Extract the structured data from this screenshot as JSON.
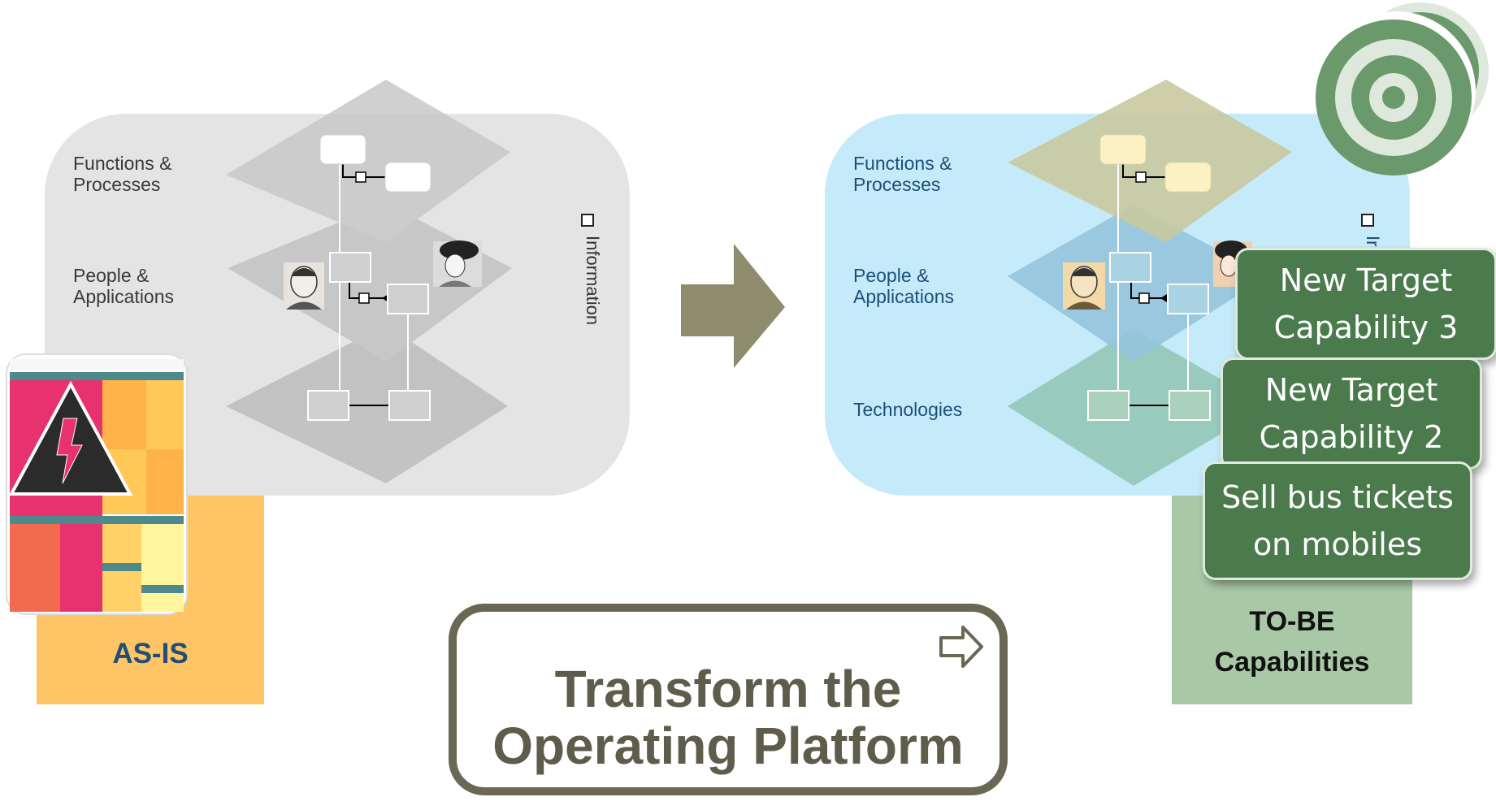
{
  "as_is": {
    "layers": [
      "Functions &\nProcesses",
      "People &\nApplications"
    ],
    "information_label": "Information",
    "footer": "AS-IS"
  },
  "to_be": {
    "layers": [
      "Functions &\nProcesses",
      "People &\nApplications",
      "Technologies"
    ],
    "information_label": "Ir",
    "footer_line1": "TO-BE",
    "footer_line2": "Capabilities"
  },
  "capabilities": [
    {
      "line1": "New Target",
      "line2": "Capability 3"
    },
    {
      "line1": "New Target",
      "line2": "Capability 2"
    },
    {
      "line1": "Sell bus tickets",
      "line2": "on mobiles"
    }
  ],
  "cta": {
    "line1": "Transform the",
    "line2": "Operating Platform"
  },
  "colors": {
    "as_is_panel": "#e4e4e4",
    "as_is_footer": "#ffc466",
    "to_be_panel": "#c5ebfa",
    "to_be_footer": "#a9c9a6",
    "capability_green": "#4b7a4c",
    "arrow": "#8f8c6e",
    "cta_border": "#6b6755",
    "warning_pink": "#e8316f"
  }
}
